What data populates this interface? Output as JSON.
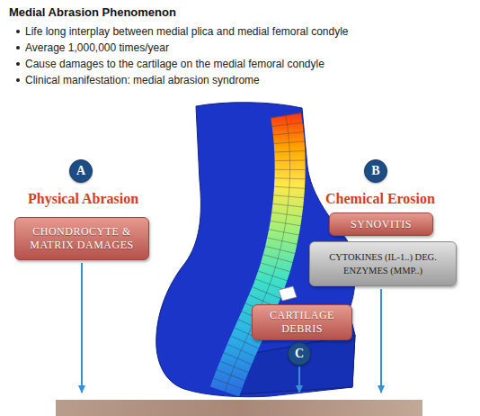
{
  "diagram": {
    "title": "Medial Abrasion Phenomenon",
    "nodes": [
      {
        "text": [
          "A"
        ]
      },
      {
        "text": [
          "B"
        ]
      },
      {
        "text": [
          "CHONDROCYTE & MATRIX DAMAGES"
        ]
      },
      {
        "text": [
          "SYNOVITIS"
        ]
      },
      {
        "text": [
          "CYTOKINES (IL-1..) DEG. ENZYMES (MMP..)"
        ]
      },
      {
        "text": [
          "CARTILAGE DEBRIS"
        ]
      },
      {
        "text": [
          "C"
        ]
      }
    ],
    "labels": [
      "Life long interplay between medial plica and medial femoral condyle",
      "Average 1,000,000 times/year",
      "Cause damages to the cartilage on the medial femoral condyle",
      "Clinical manifestation: medial abrasion syndrome",
      "Physical Abrasion",
      "Chemical Erosion"
    ]
  }
}
